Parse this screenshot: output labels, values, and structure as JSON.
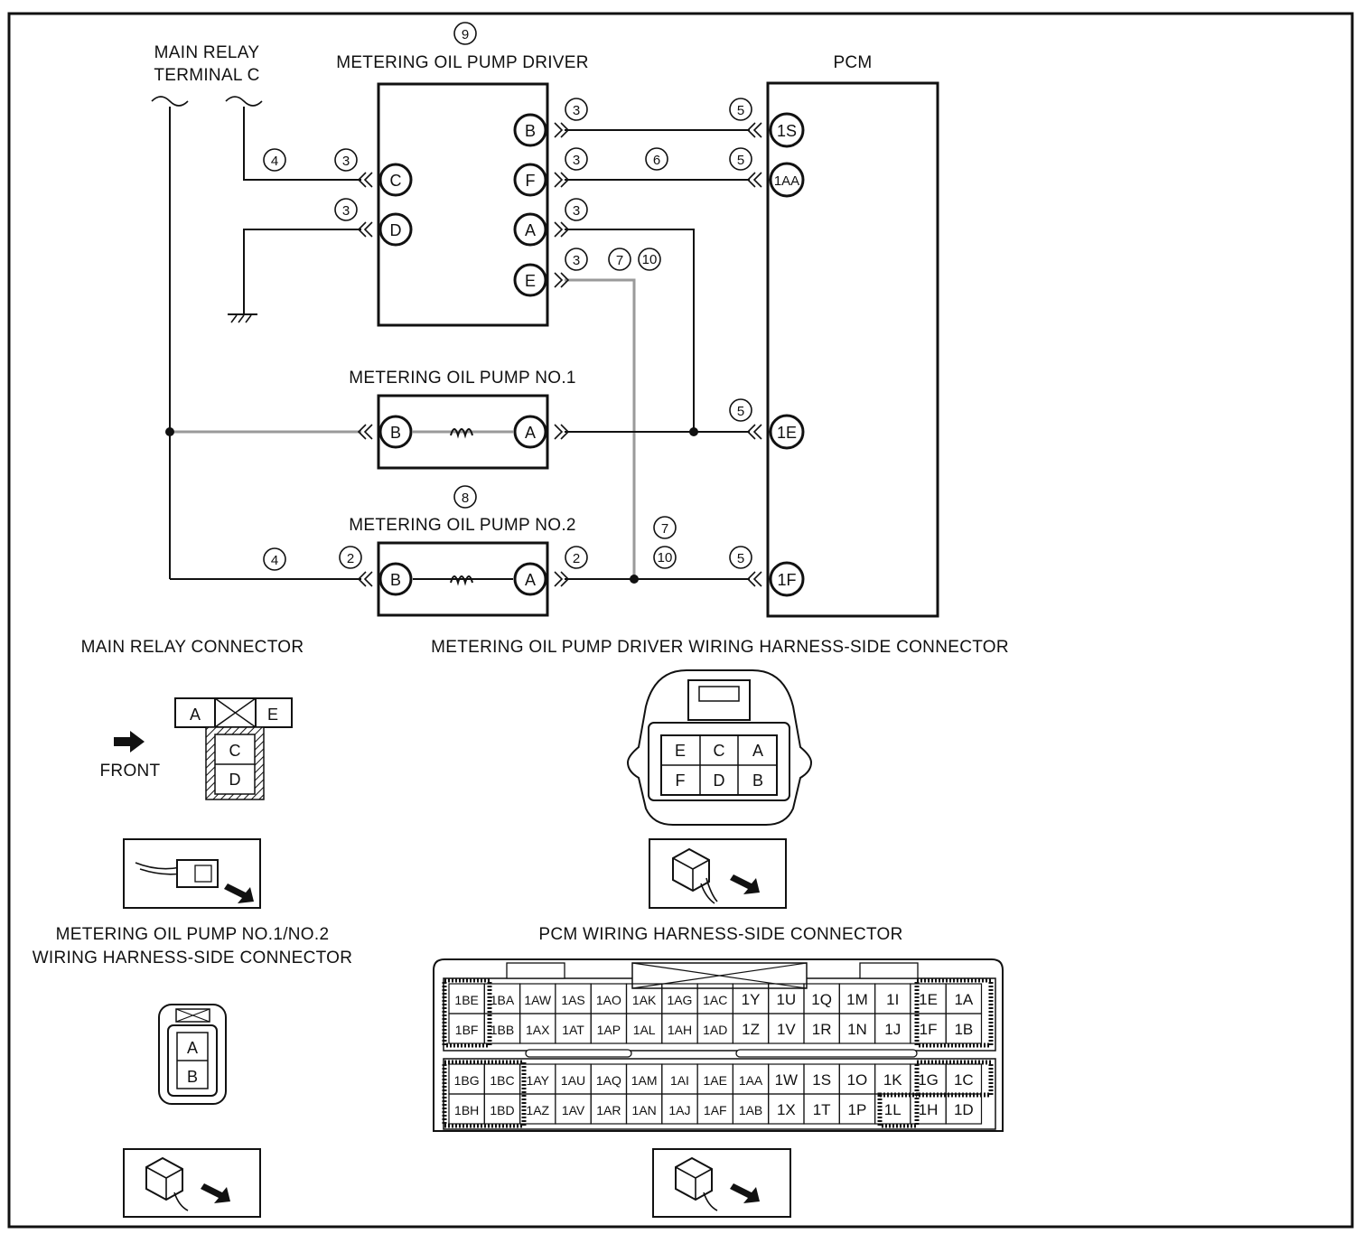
{
  "labels": {
    "main_relay_line1": "MAIN RELAY",
    "main_relay_line2": "TERMINAL C",
    "driver_title": "METERING OIL PUMP DRIVER",
    "pcm_title": "PCM",
    "pump1_title": "METERING OIL PUMP NO.1",
    "pump2_title": "METERING OIL PUMP NO.2",
    "main_relay_connector": "MAIN RELAY CONNECTOR",
    "driver_connector": "METERING OIL PUMP DRIVER WIRING HARNESS-SIDE CONNECTOR",
    "pump_connector_line1": "METERING OIL PUMP NO.1/NO.2",
    "pump_connector_line2": "WIRING HARNESS-SIDE CONNECTOR",
    "pcm_connector": "PCM WIRING HARNESS-SIDE CONNECTOR",
    "front": "FRONT"
  },
  "steps": {
    "s2": "2",
    "s3": "3",
    "s4": "4",
    "s5": "5",
    "s6": "6",
    "s7": "7",
    "s8": "8",
    "s9": "9",
    "s10": "10"
  },
  "pins": {
    "driver_left": [
      "C",
      "D"
    ],
    "driver_right": [
      "B",
      "F",
      "A",
      "E"
    ],
    "pcm": [
      "1S",
      "1AA",
      "1E",
      "1F"
    ],
    "pump1": [
      "B",
      "A"
    ],
    "pump2": [
      "B",
      "A"
    ]
  },
  "main_relay_connector": {
    "top": [
      "A",
      "E"
    ],
    "bottom": [
      "C",
      "D"
    ]
  },
  "driver_connector_grid": [
    [
      "E",
      "C",
      "A"
    ],
    [
      "F",
      "D",
      "B"
    ]
  ],
  "pump_connector_grid": [
    "A",
    "B"
  ],
  "pcm_connector": {
    "upper_rows": [
      [
        "1BE",
        "1BA",
        "1AW",
        "1AS",
        "1AO",
        "1AK",
        "1AG",
        "1AC",
        "1Y",
        "1U",
        "1Q",
        "1M",
        "1I",
        "1E",
        "1A"
      ],
      [
        "1BF",
        "1BB",
        "1AX",
        "1AT",
        "1AP",
        "1AL",
        "1AH",
        "1AD",
        "1Z",
        "1V",
        "1R",
        "1N",
        "1J",
        "1F",
        "1B"
      ]
    ],
    "lower_rows": [
      [
        "1BG",
        "1BC",
        "1AY",
        "1AU",
        "1AQ",
        "1AM",
        "1AI",
        "1AE",
        "1AA",
        "1W",
        "1S",
        "1O",
        "1K",
        "1G",
        "1C"
      ],
      [
        "1BH",
        "1BD",
        "1AZ",
        "1AV",
        "1AR",
        "1AN",
        "1AJ",
        "1AF",
        "1AB",
        "1X",
        "1T",
        "1P",
        "1L",
        "1H",
        "1D"
      ]
    ]
  }
}
